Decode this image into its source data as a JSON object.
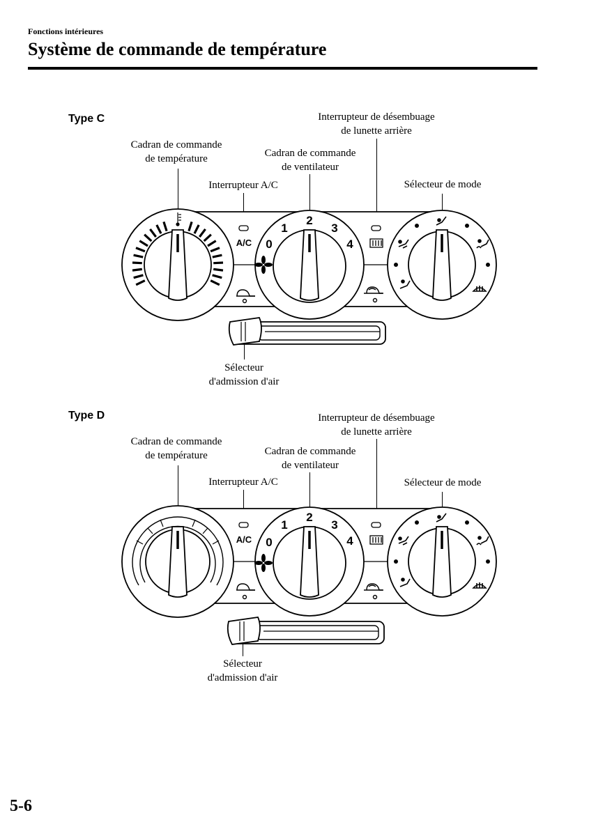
{
  "header": {
    "section": "Fonctions intérieures",
    "title": "Système de commande de température"
  },
  "figure_c": {
    "type_label": "Type C",
    "temp_dial": [
      "Cadran de commande",
      "de température"
    ],
    "ac_switch": "Interrupteur A/C",
    "fan_dial": [
      "Cadran de commande",
      "de ventilateur"
    ],
    "rear_defog": [
      "Interrupteur de désembuage",
      "de lunette arrière"
    ],
    "mode_selector": "Sélecteur de mode",
    "air_intake": [
      "Sélecteur",
      "d'admission d'air"
    ],
    "panel_ac": "A/C",
    "fan_speeds": [
      "0",
      "1",
      "2",
      "3",
      "4"
    ]
  },
  "figure_d": {
    "type_label": "Type D",
    "temp_dial": [
      "Cadran de commande",
      "de température"
    ],
    "ac_switch": "Interrupteur A/C",
    "fan_dial": [
      "Cadran de commande",
      "de ventilateur"
    ],
    "rear_defog": [
      "Interrupteur de désembuage",
      "de lunette arrière"
    ],
    "mode_selector": "Sélecteur de mode",
    "air_intake": [
      "Sélecteur",
      "d'admission d'air"
    ],
    "panel_ac": "A/C",
    "fan_speeds": [
      "0",
      "1",
      "2",
      "3",
      "4"
    ]
  },
  "footer": {
    "page_number": "5-6"
  }
}
